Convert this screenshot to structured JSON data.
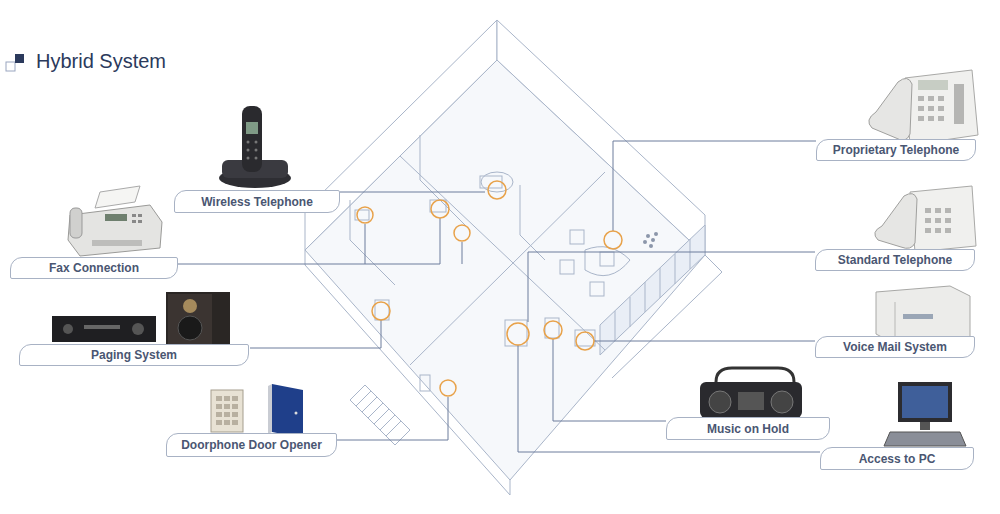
{
  "diagram": {
    "title": "Hybrid System",
    "nodes": [
      {
        "text": [
          "Proprietary Telephone"
        ]
      },
      {
        "text": [
          "Wireless Telephone"
        ]
      },
      {
        "text": [
          "Standard Telephone"
        ]
      },
      {
        "text": [
          "Fax Connection"
        ]
      },
      {
        "text": [
          "Voice Mail System"
        ]
      },
      {
        "text": [
          "Paging System"
        ]
      },
      {
        "text": [
          "Music on Hold"
        ]
      },
      {
        "text": [
          "Doorphone Door Opener"
        ]
      },
      {
        "text": [
          "Access to PC"
        ]
      }
    ]
  }
}
